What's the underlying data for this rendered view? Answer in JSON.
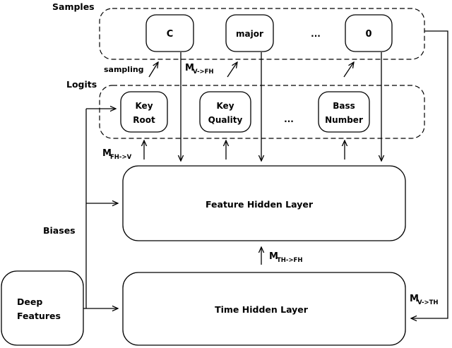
{
  "groups": {
    "samples": "Samples",
    "logits": "Logits"
  },
  "samples": {
    "key_root": "C",
    "key_quality": "major",
    "ellipsis": "...",
    "bass_number": "0"
  },
  "logits": {
    "key_root": [
      "Key",
      "Root"
    ],
    "key_quality": [
      "Key",
      "Quality"
    ],
    "ellipsis": "...",
    "bass_number": [
      "Bass",
      "Number"
    ]
  },
  "layers": {
    "feature_hidden": "Feature Hidden Layer",
    "time_hidden": "Time Hidden Layer",
    "deep_features": [
      "Deep",
      "Features"
    ]
  },
  "labels": {
    "sampling": "sampling",
    "biases": "Biases",
    "m_v_fh": {
      "base": "M",
      "sub": "V->FH"
    },
    "m_fh_v": {
      "base": "M",
      "sub": "FH->V"
    },
    "m_th_fh": {
      "base": "M",
      "sub": "TH->FH"
    },
    "m_v_th": {
      "base": "M",
      "sub": "V->TH"
    }
  }
}
